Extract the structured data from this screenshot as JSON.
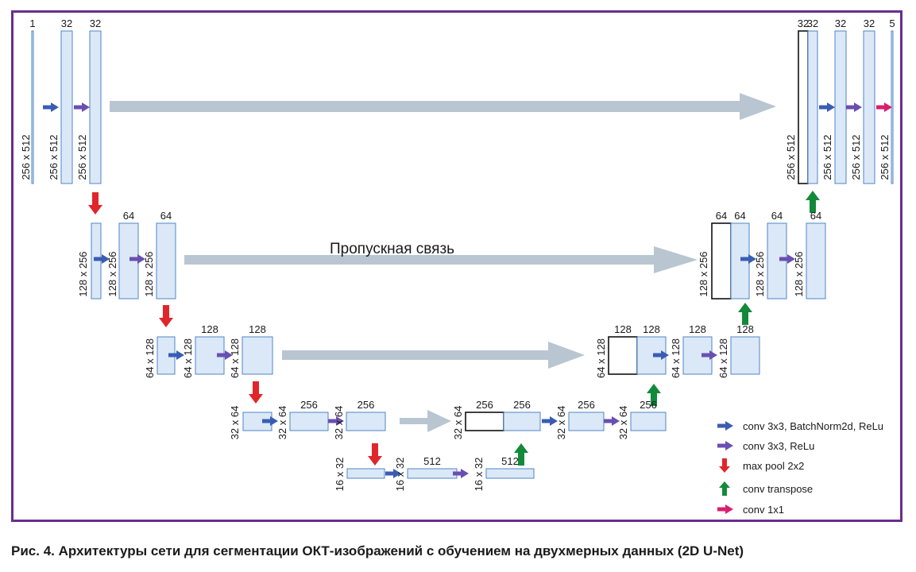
{
  "diagram": {
    "skip_label": "Пропускная связь",
    "colors": {
      "block_fill": "#dbe8f8",
      "block_stroke": "#4f86c6",
      "concat_fill": "#ffffff",
      "concat_stroke": "#111111",
      "skip_arrow": "#b9c6d1",
      "conv_bn_relu": "#3a5db3",
      "conv_relu": "#6a4fb0",
      "max_pool": "#e0262a",
      "conv_transpose": "#138a3a",
      "conv_1x1": "#d81f6e",
      "frame": "#6a2d8f"
    },
    "channel_labels": {
      "l1": [
        "1",
        "32",
        "32",
        "32",
        "32",
        "32",
        "32",
        "5"
      ],
      "l2": [
        "64",
        "64",
        "64",
        "64",
        "64",
        "64"
      ],
      "l3": [
        "128",
        "128",
        "128",
        "128",
        "128",
        "128"
      ],
      "l4": [
        "256",
        "256",
        "256",
        "256",
        "256",
        "256"
      ],
      "l5": [
        "512",
        "512"
      ]
    },
    "size_labels": {
      "l1": "256 x 512",
      "l2": "128 x 256",
      "l3": "64 x 128",
      "l4": "32 x 64",
      "l5": "16 x 32"
    },
    "legend": [
      {
        "icon": "arrow-right-blue",
        "label": "conv 3x3, BatchNorm2d, ReLu"
      },
      {
        "icon": "arrow-right-purple",
        "label": "conv 3x3, ReLu"
      },
      {
        "icon": "arrow-down-red",
        "label": "max pool 2x2"
      },
      {
        "icon": "arrow-up-green",
        "label": "conv transpose"
      },
      {
        "icon": "arrow-right-pink",
        "label": "conv 1x1"
      }
    ]
  },
  "caption": "Рис. 4. Архитектуры сети для сегментации ОКТ-изображений с обучением на двухмерных данных (2D U-Net)"
}
